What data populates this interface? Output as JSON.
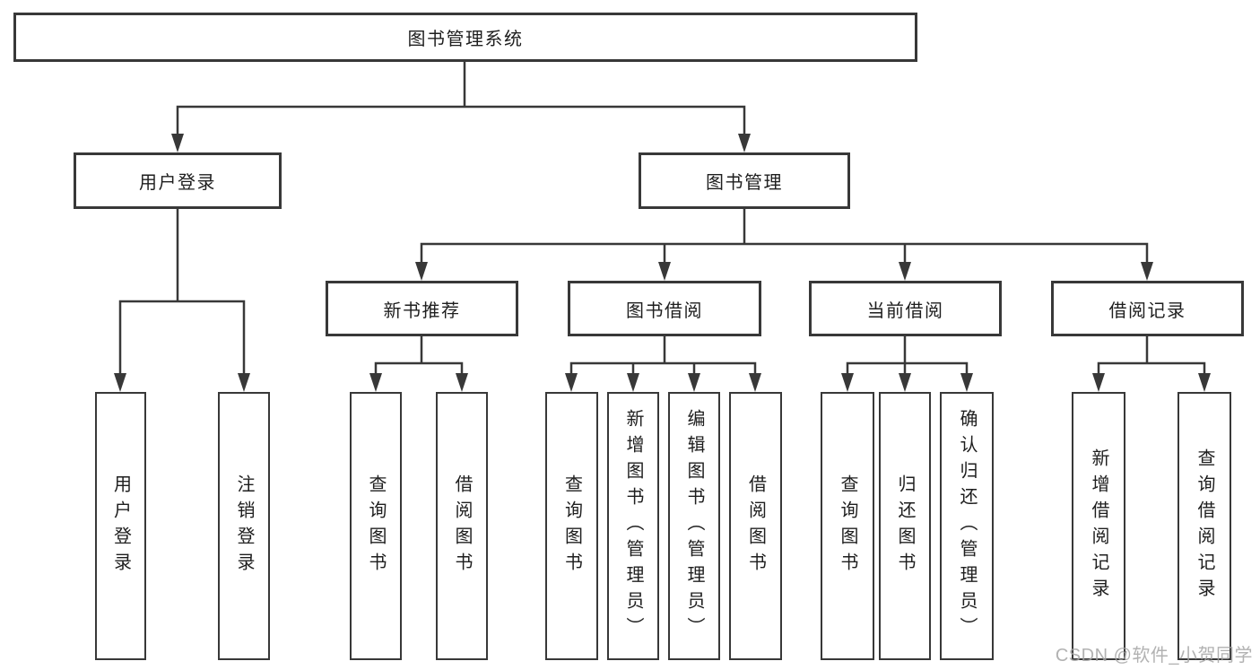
{
  "tree": {
    "label": "图书管理系统",
    "children": [
      {
        "label": "用户登录",
        "children": [
          {
            "label": "用户登录"
          },
          {
            "label": "注销登录"
          }
        ]
      },
      {
        "label": "图书管理",
        "children": [
          {
            "label": "新书推荐",
            "children": [
              {
                "label": "查询图书"
              },
              {
                "label": "借阅图书"
              }
            ]
          },
          {
            "label": "图书借阅",
            "children": [
              {
                "label": "查询图书"
              },
              {
                "label": "新增图书（管理员）"
              },
              {
                "label": "编辑图书（管理员）"
              },
              {
                "label": "借阅图书"
              }
            ]
          },
          {
            "label": "当前借阅",
            "children": [
              {
                "label": "查询图书"
              },
              {
                "label": "归还图书"
              },
              {
                "label": "确认归还（管理员）"
              }
            ]
          },
          {
            "label": "借阅记录",
            "children": [
              {
                "label": "新增借阅记录"
              },
              {
                "label": "查询借阅记录"
              }
            ]
          }
        ]
      }
    ]
  },
  "watermark": "CSDN @软件_小贺同学",
  "colors": {
    "line": "#383838",
    "box_border": "#383838",
    "box_fill": "#ffffff",
    "text": "#1e1e1e",
    "watermark": "#a5a5a5"
  }
}
